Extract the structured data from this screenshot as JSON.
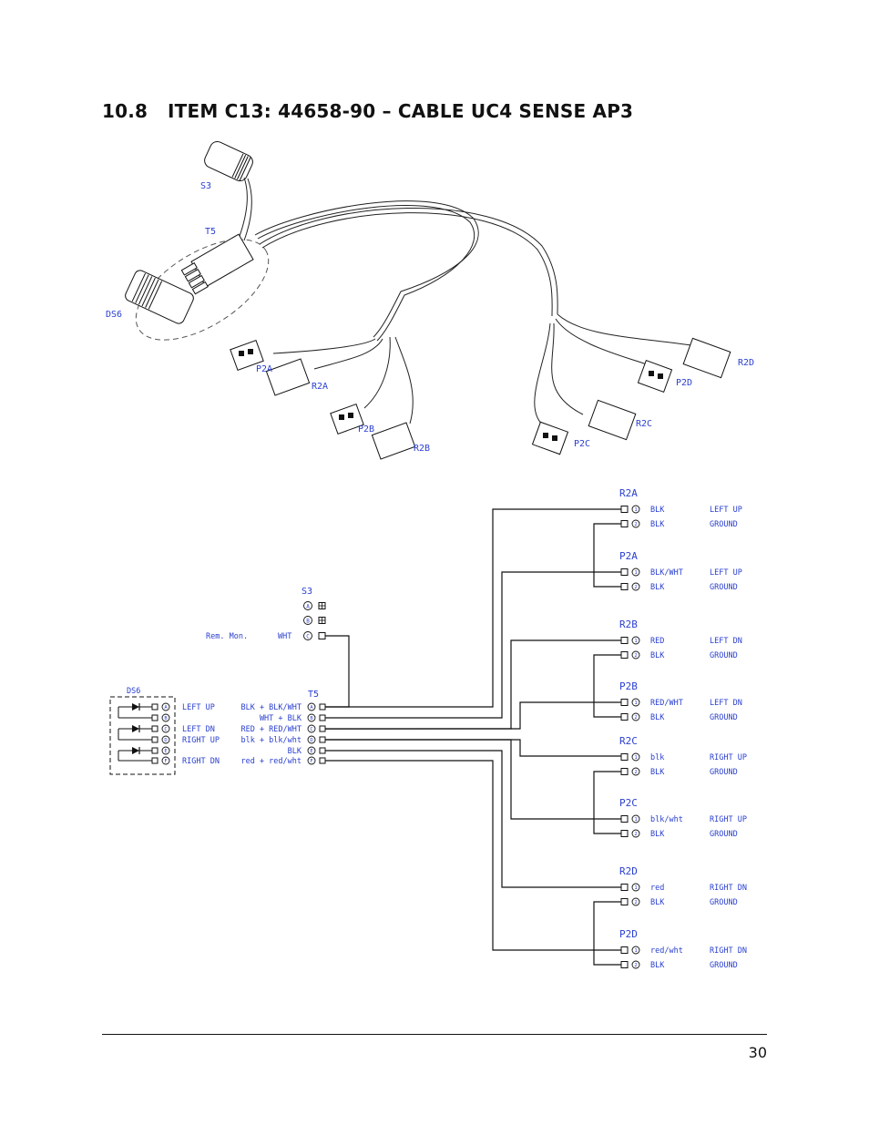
{
  "heading": {
    "number": "10.8",
    "title": "ITEM C13:  44658-90 – CABLE UC4 SENSE AP3"
  },
  "page_number": "30",
  "drawing_labels": {
    "s3": "S3",
    "t5": "T5",
    "ds6": "DS6",
    "r2a": "R2A",
    "p2a": "P2A",
    "p2b": "P2B",
    "r2b": "R2B",
    "r2c": "R2C",
    "p2c": "P2C",
    "r2d": "R2D",
    "p2d": "P2D"
  },
  "schematic": {
    "s3": {
      "title": "S3",
      "pins": [
        {
          "pin": "A",
          "label": "",
          "wire": ""
        },
        {
          "pin": "B",
          "label": "",
          "wire": ""
        },
        {
          "pin": "C",
          "label": "Rem. Mon.",
          "wire": "WHT"
        }
      ]
    },
    "ds6": {
      "title": "DS6",
      "pins": [
        "A",
        "B",
        "C",
        "D",
        "E",
        "F"
      ]
    },
    "t5": {
      "title": "T5",
      "rows": [
        {
          "pin": "A",
          "function": "LEFT UP",
          "wires": "BLK + BLK/WHT"
        },
        {
          "pin": "B",
          "function": "",
          "wires": "WHT + BLK"
        },
        {
          "pin": "C",
          "function": "LEFT DN",
          "wires": "RED + RED/WHT"
        },
        {
          "pin": "D",
          "function": "RIGHT UP",
          "wires": "blk + blk/wht"
        },
        {
          "pin": "E",
          "function": "",
          "wires": "BLK"
        },
        {
          "pin": "F",
          "function": "RIGHT DN",
          "wires": "red + red/wht"
        }
      ]
    },
    "connectors": [
      {
        "name": "R2A",
        "pins": [
          {
            "pin": "1",
            "wire": "BLK",
            "function": "LEFT UP"
          },
          {
            "pin": "2",
            "wire": "BLK",
            "function": "GROUND"
          }
        ]
      },
      {
        "name": "P2A",
        "pins": [
          {
            "pin": "1",
            "wire": "BLK/WHT",
            "function": "LEFT UP"
          },
          {
            "pin": "2",
            "wire": "BLK",
            "function": "GROUND"
          }
        ]
      },
      {
        "name": "R2B",
        "pins": [
          {
            "pin": "1",
            "wire": "RED",
            "function": "LEFT DN"
          },
          {
            "pin": "2",
            "wire": "BLK",
            "function": "GROUND"
          }
        ]
      },
      {
        "name": "P2B",
        "pins": [
          {
            "pin": "1",
            "wire": "RED/WHT",
            "function": "LEFT DN"
          },
          {
            "pin": "2",
            "wire": "BLK",
            "function": "GROUND"
          }
        ]
      },
      {
        "name": "R2C",
        "pins": [
          {
            "pin": "1",
            "wire": "blk",
            "function": "RIGHT UP"
          },
          {
            "pin": "2",
            "wire": "BLK",
            "function": "GROUND"
          }
        ]
      },
      {
        "name": "P2C",
        "pins": [
          {
            "pin": "1",
            "wire": "blk/wht",
            "function": "RIGHT UP"
          },
          {
            "pin": "2",
            "wire": "BLK",
            "function": "GROUND"
          }
        ]
      },
      {
        "name": "R2D",
        "pins": [
          {
            "pin": "1",
            "wire": "red",
            "function": "RIGHT DN"
          },
          {
            "pin": "2",
            "wire": "BLK",
            "function": "GROUND"
          }
        ]
      },
      {
        "name": "P2D",
        "pins": [
          {
            "pin": "1",
            "wire": "red/wht",
            "function": "RIGHT DN"
          },
          {
            "pin": "2",
            "wire": "BLK",
            "function": "GROUND"
          }
        ]
      }
    ]
  }
}
